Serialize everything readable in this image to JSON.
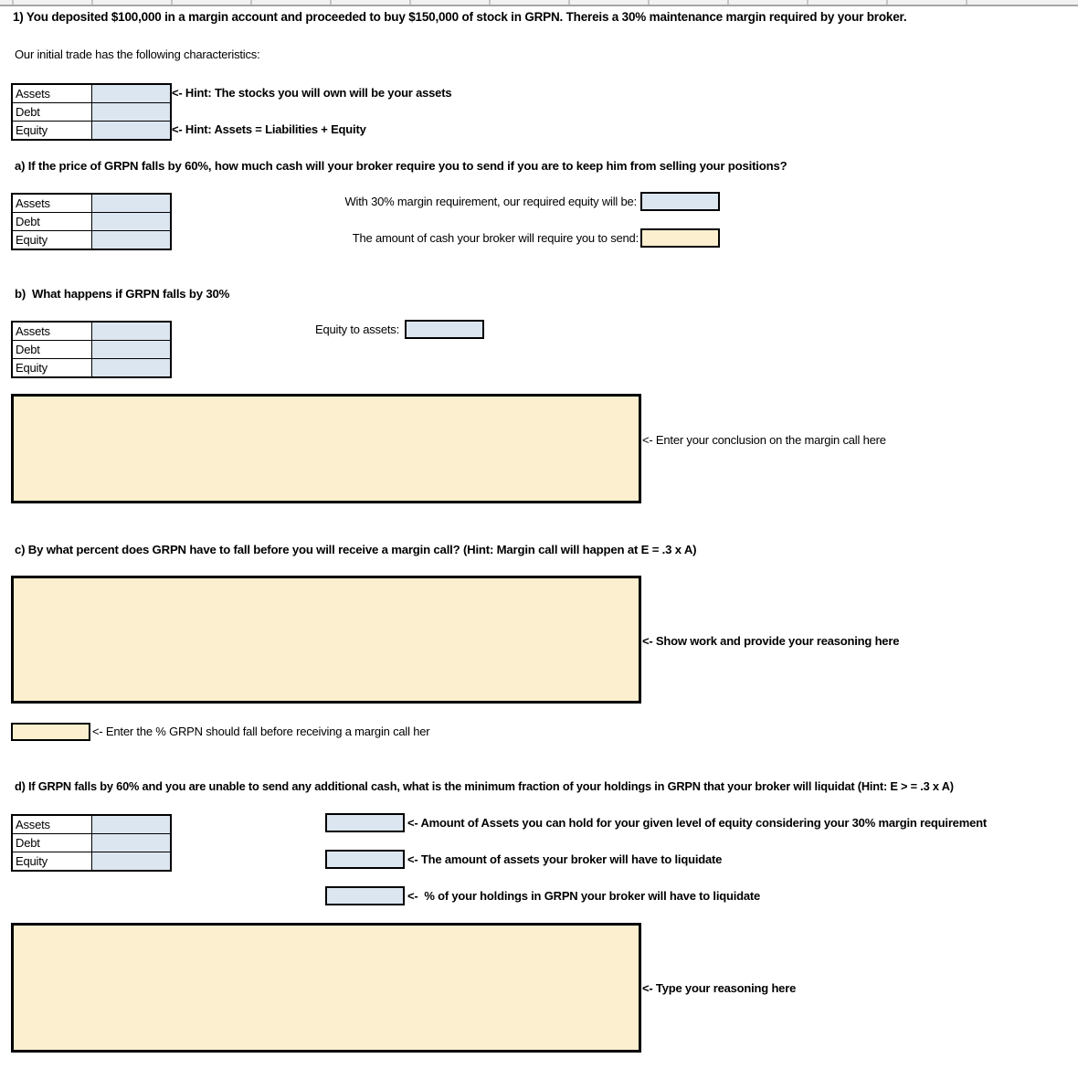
{
  "colors": {
    "input_blue": "#DCE6F1",
    "input_yellow": "#FCEFCF",
    "border_black": "#000000",
    "grid_strip_bg": "#F2F2F2",
    "grid_strip_line": "#C6C6C6"
  },
  "intro": {
    "title": "1) You deposited $100,000 in a margin account and proceeded to buy $150,000 of stock in GRPN. Thereis a 30% maintenance margin required by your broker.",
    "subtitle": "Our initial trade has the following characteristics:"
  },
  "tables": {
    "rows": [
      "Assets",
      "Debt",
      "Equity"
    ]
  },
  "hints": {
    "assets_hint": "<- Hint: The stocks you will own will be your assets",
    "equity_hint": "<- Hint: Assets = Liabilities + Equity"
  },
  "section_a": {
    "heading": "a) If the price of GRPN falls by 60%, how much cash will your broker require you to send if you are to keep him from selling your positions?",
    "required_equity_label": "With 30% margin requirement, our required equity will be:",
    "cash_to_send_label": "The amount of cash your broker will require you to send:"
  },
  "section_b": {
    "heading": "b)  What happens if GRPN falls by 30%",
    "equity_to_assets_label": "Equity to assets:",
    "conclusion_note": "<- Enter your conclusion on the margin call here"
  },
  "section_c": {
    "heading": "c) By what percent does GRPN have to fall before you will receive a margin call? (Hint: Margin call will happen at E = .3 x A)",
    "show_work_note": "<- Show work and provide your reasoning here",
    "percent_note": "<- Enter the % GRPN should fall before receiving a margin call her"
  },
  "section_d": {
    "heading": "d) If GRPN falls by 60% and you are unable to send any additional cash, what is the minimum fraction of your holdings in GRPN that your broker will liquidat (Hint: E > = .3 x A)",
    "amount_assets_note": "<- Amount of Assets you can hold for your given level of equity considering your 30% margin requirement",
    "liquidate_amount_note": "<- The amount of assets your broker will have to liquidate",
    "liquidate_pct_note": "<-  % of your holdings in GRPN your broker will have to liquidate",
    "reasoning_note": "<- Type your reasoning here"
  }
}
